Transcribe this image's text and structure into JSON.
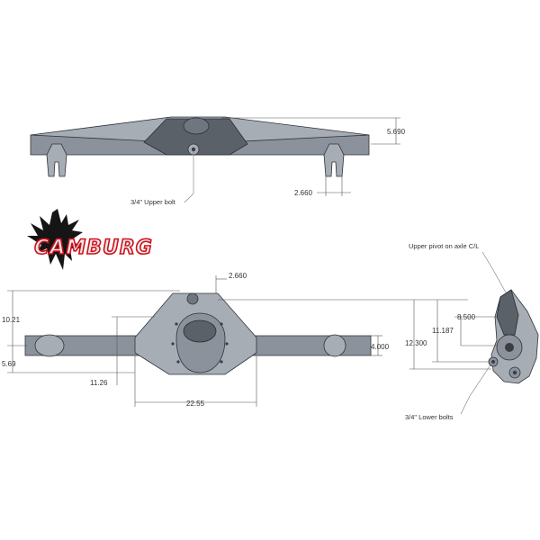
{
  "brand": {
    "logo_text": "CAMBURG",
    "logo_colors": {
      "fill": "#e8e8e8",
      "outline": "#d0101a",
      "shadow": "#111111",
      "bird": "#151515"
    }
  },
  "top_view": {
    "height_dim": "5.690",
    "mount_dim": "2.660",
    "bolt_note": "3/4\" Upper bolt"
  },
  "front_view": {
    "dims": {
      "upper_offset": "2.660",
      "overall_height": "10.21",
      "tube_height": "5.69",
      "tube_dia": "4.000",
      "center_to_mount": "11.26",
      "mount_spacing": "22.55"
    }
  },
  "side_view": {
    "upper_pivot_note": "Upper pivot on axle C/L",
    "lower_bolts_note": "3/4\" Lower bolts",
    "dims": {
      "pivot_height": "8.500",
      "upper_height": "11.187",
      "total_height": "12.300"
    }
  }
}
